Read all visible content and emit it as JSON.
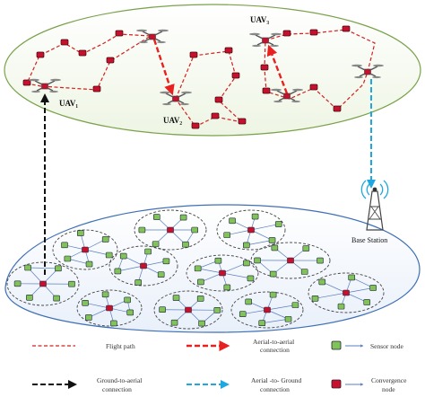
{
  "figure": {
    "uav_labels": [
      {
        "id": "uav1",
        "text": "UAV₁"
      },
      {
        "id": "uav2",
        "text": "UAV₂"
      },
      {
        "id": "uav3",
        "text": "UAV₃"
      }
    ],
    "base_station_label": "Base Station"
  },
  "legend": {
    "items": [
      {
        "id": "flight-path",
        "line1": "Flight path",
        "line2": ""
      },
      {
        "id": "aerial-to-aerial",
        "line1": "Aerial-to-aerial",
        "line2": "connection"
      },
      {
        "id": "sensor-node",
        "line1": "Sensor node",
        "line2": ""
      },
      {
        "id": "ground-to-aerial",
        "line1": "Ground-to-aerial",
        "line2": "connection"
      },
      {
        "id": "aerial-to-ground",
        "line1": "Aerial -to- Ground",
        "line2": "connection"
      },
      {
        "id": "convergence-node",
        "line1": "Convergence",
        "line2": "node"
      }
    ]
  },
  "colors": {
    "sky_ellipse_stroke": "#7aa24a",
    "ground_ellipse_stroke": "#3f6fb5",
    "sensor_node": "#7fc35a",
    "convergence_node": "#c8102e",
    "flight_path": "#d42020",
    "aerial_to_aerial": "#e82020",
    "ground_to_aerial": "#111111",
    "aerial_to_ground": "#1fa7e0",
    "edge": "#5a7fc0"
  }
}
